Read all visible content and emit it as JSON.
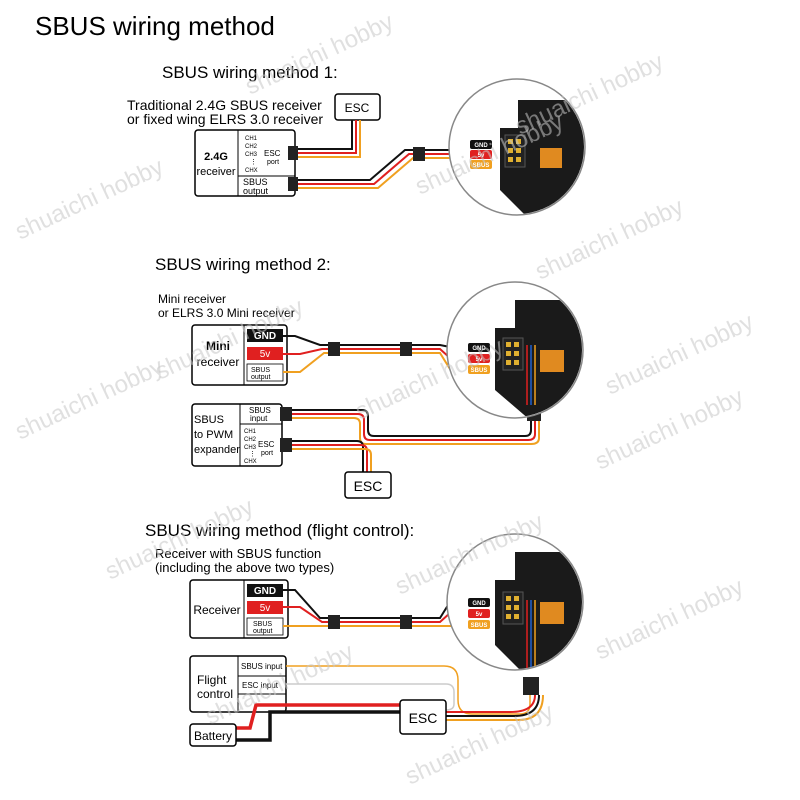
{
  "title": "SBUS wiring method",
  "watermark": "shuaichi hobby",
  "colors": {
    "gnd_wire": "#111111",
    "v5_wire": "#e02020",
    "sbus_wire": "#f0a020",
    "signal_blue": "#2060d0",
    "pcb": "#1a1a1a"
  },
  "method1": {
    "heading": "SBUS wiring method 1:",
    "caption_line1": "Traditional 2.4G SBUS receiver",
    "caption_line2": "or fixed wing ELRS 3.0 receiver",
    "esc_label": "ESC",
    "receiver_name_line1": "2.4G",
    "receiver_name_line2": "receiver",
    "channels": [
      "CH1",
      "CH2",
      "CH3",
      "⋮",
      "CHX"
    ],
    "esc_port_line1": "ESC",
    "esc_port_line2": "port",
    "sbus_output_line1": "SBUS",
    "sbus_output_line2": "output"
  },
  "method2": {
    "heading": "SBUS wiring method 2:",
    "caption_line1": "Mini receiver",
    "caption_line2": "or ELRS 3.0 Mini receiver",
    "receiver_name_line1": "Mini",
    "receiver_name_line2": "receiver",
    "gnd": "GND",
    "v5": "5v",
    "sbus_output_line1": "SBUS",
    "sbus_output_line2": "output",
    "expander_line1": "SBUS",
    "expander_line2": "to PWM",
    "expander_line3": "expander",
    "sbus_input_line1": "SBUS",
    "sbus_input_line2": "input",
    "channels": [
      "CH1",
      "CH2",
      "CH3",
      "⋮",
      "CHX"
    ],
    "esc_port_line1": "ESC",
    "esc_port_line2": "port",
    "esc_label": "ESC"
  },
  "method3": {
    "heading": "SBUS wiring method (flight control):",
    "caption_line1": "Receiver with SBUS function",
    "caption_line2": "(including the above two types)",
    "receiver_name": "Receiver",
    "gnd": "GND",
    "v5": "5v",
    "sbus_output_line1": "SBUS",
    "sbus_output_line2": "output",
    "fc_line1": "Flight",
    "fc_line2": "control",
    "sbus_input": "SBUS input",
    "esc_input": "ESC input",
    "esc_label": "ESC",
    "battery": "Battery"
  },
  "board_pins": {
    "gnd": "GND",
    "v5": "5v",
    "sbus": "SBUS"
  }
}
